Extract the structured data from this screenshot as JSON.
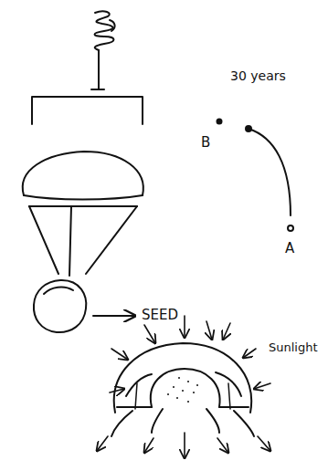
{
  "diagram": {
    "labels": [
      "30 years",
      "B",
      "A",
      "SEED",
      "Sunlight"
    ]
  }
}
